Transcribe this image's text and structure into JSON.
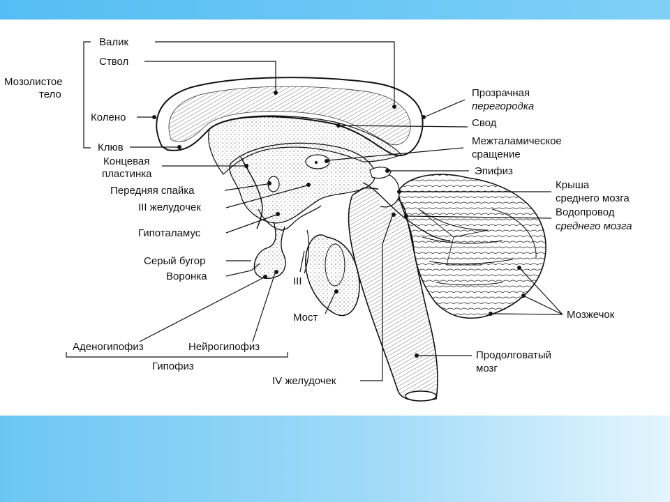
{
  "labels": {
    "valik": "Валик",
    "stvol": "Ствол",
    "mozolistoe_1": "Мозолистое",
    "mozolistoe_2": "тело",
    "koleno": "Колено",
    "klyuv": "Клюв",
    "koncevaya_1": "Концевая",
    "koncevaya_2": "пластинка",
    "perednyaya_spayka": "Передняя спайка",
    "iii_zheludochek": "III желудочек",
    "gipotalamus": "Гипоталамус",
    "seryy_bugor": "Серый бугор",
    "voronka": "Воронка",
    "iii_nerve": "III",
    "most": "Мост",
    "adenogipofiz": "Аденогипофиз",
    "neyrogipofiz": "Нейрогипофиз",
    "gipofiz": "Гипофиз",
    "iv_zheludochek": "IV желудочек",
    "prozrachnaya_1": "Прозрачная",
    "prozrachnaya_2": "перегородка",
    "svod": "Свод",
    "mezhtalamicheskoe_1": "Межталамическое",
    "mezhtalamicheskoe_2": "сращение",
    "epifiz": "Эпифиз",
    "krysha_1": "Крыша",
    "krysha_2": "среднего мозга",
    "vodoprovod_1": "Водопровод",
    "vodoprovod_2": "среднего мозга",
    "mozzhechok": "Мозжечок",
    "prodolgovatyy_1": "Продолговатый",
    "prodolgovatyy_2": "мозг"
  },
  "colors": {
    "top_band": "#54bdf3",
    "bottom_band_left": "#6cc6f4",
    "bottom_band_right": "#e4f5fd"
  }
}
